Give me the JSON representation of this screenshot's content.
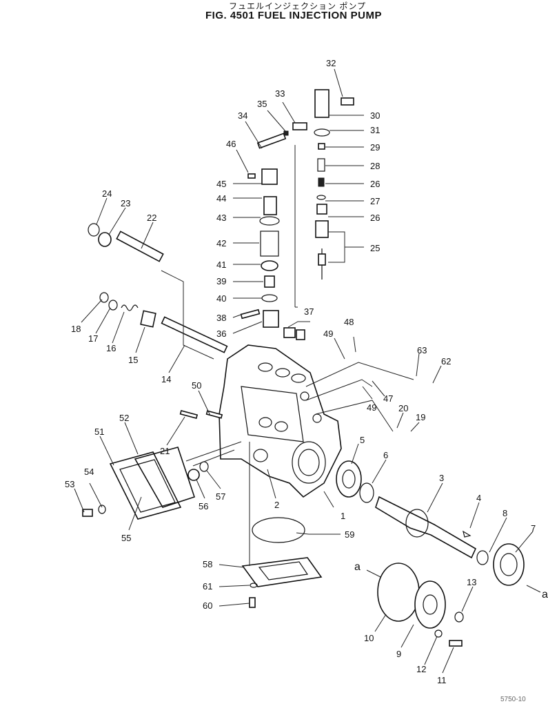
{
  "header": {
    "title_jp": "フュエルインジェクション ポンプ",
    "title": "FIG. 4501 FUEL INJECTION PUMP"
  },
  "callouts": [
    "1",
    "2",
    "3",
    "4",
    "5",
    "6",
    "7",
    "8",
    "9",
    "10",
    "11",
    "12",
    "13",
    "14",
    "15",
    "16",
    "17",
    "18",
    "19",
    "20",
    "21",
    "22",
    "23",
    "24",
    "25",
    "26",
    "26",
    "27",
    "28",
    "29",
    "30",
    "31",
    "32",
    "33",
    "34",
    "35",
    "36",
    "37",
    "38",
    "39",
    "40",
    "41",
    "42",
    "43",
    "44",
    "45",
    "46",
    "47",
    "48",
    "49",
    "49",
    "50",
    "51",
    "52",
    "53",
    "54",
    "55",
    "56",
    "57",
    "58",
    "59",
    "60",
    "61",
    "62",
    "63"
  ],
  "view_markers": [
    "a",
    "a"
  ],
  "corner_code": "5750-10"
}
